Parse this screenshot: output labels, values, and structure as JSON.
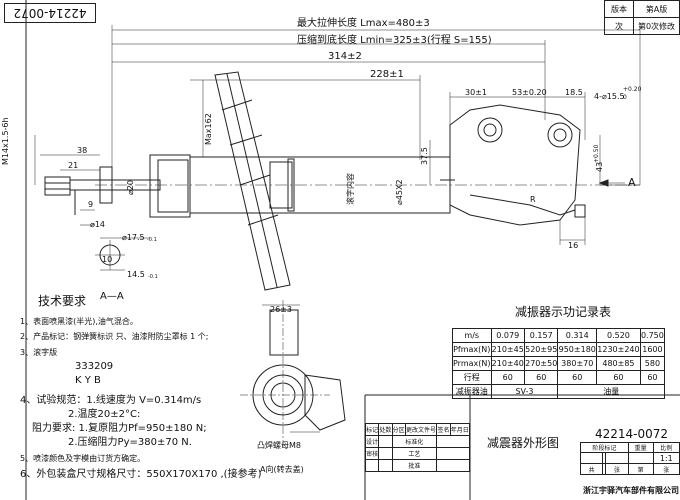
{
  "drawing_no_rotated": "42214-0072",
  "rev_table": {
    "h1": "版本",
    "v1": "第A版",
    "h2": "次",
    "v2": "第0次修改"
  },
  "dims": {
    "lmax": "最大拉伸长度 Lmax=480±3",
    "lmin": "压缩到底长度 Lmin=325±3(行程 S=155)",
    "d314": "314±2",
    "d228": "228±1",
    "d30": "30±1",
    "d53": "53±0.20",
    "d185": "18.5",
    "hole": "4-⌀15.5",
    "hole_tol": "+0.20",
    "hole_tol2": "0",
    "thread": "M14x1.5-6h",
    "d38": "38",
    "d21": "21",
    "d20": "⌀20",
    "d9": "9",
    "max162": "Max162",
    "d45": "⌀45X2",
    "stamp": "滚字内容",
    "d375": "37.5",
    "d43": "43",
    "d43tol": "+0.50",
    "r": "R",
    "d16": "16",
    "d14": "⌀14",
    "d175": "⌀17.5",
    "d175tol": "-0.1",
    "d145": "14.5",
    "d145tol": "-0.1",
    "d10": "10",
    "d2617": "26±3",
    "a_mark": "A",
    "section": "A—A",
    "screw": "凸焊螺母M8",
    "view_a": "A向(转去盖)"
  },
  "tech": {
    "title": "技术要求",
    "items": [
      "1、表面喷黑漆(半光),油气混合。",
      "2、产品标记：钢弹簧标识 只、油漆附防尘罩标 1 个;",
      "3、滚字版",
      "333209",
      "K Y B",
      "4、试验规范：1.线速度为 V=0.314m/s",
      "2.温度20±2°C:",
      "阻力要求: 1.复原阻力Pf=950±180  N;",
      "2.压缩阻力Py=380±70  N.",
      "5、喷漆颜色及字模由订货方确定。",
      "6、外包装盒尺寸规格尺寸：550X170X170 ,(接参考)"
    ]
  },
  "perf": {
    "title": "减振器示功记录表",
    "rows": [
      [
        "m/s",
        "0.079",
        "0.157",
        "0.314",
        "0.520",
        "0.750"
      ],
      [
        "Pfmax(N)",
        "210±45",
        "520±95",
        "950±180",
        "1230±240",
        "1600"
      ],
      [
        "Prmax(N)",
        "210±40",
        "270±50",
        "380±70",
        "480±85",
        "580"
      ],
      [
        "行程",
        "60",
        "60",
        "60",
        "60",
        "60"
      ],
      [
        "减振器油",
        "SV-3",
        "",
        "油量",
        "",
        ""
      ]
    ]
  },
  "title_block": {
    "name": "减震器外形图",
    "number": "42214-0072",
    "scale": "1:1",
    "company": "浙江宇驿汽车部件有限公司",
    "labels": [
      "标记",
      "处数",
      "分区",
      "更改文件号",
      "签名",
      "年月日",
      "设计",
      "标准化",
      "审核",
      "工艺",
      "批准",
      "阶段标记",
      "重量",
      "比例",
      "共",
      "张",
      "第",
      "张"
    ]
  }
}
